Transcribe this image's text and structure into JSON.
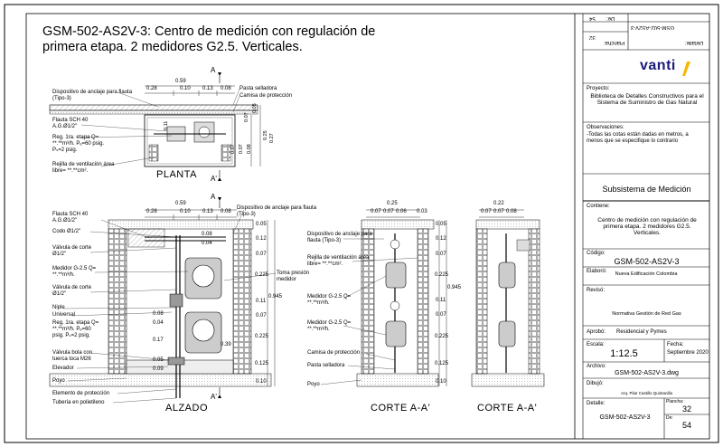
{
  "title": "GSM-502-AS2V-3: Centro de medición con regulación de primera etapa.  2 medidores G2.5. Verticales.",
  "views": {
    "planta": "PLANTA",
    "alzado": "ALZADO",
    "corte1": "CORTE A-A'",
    "corte2": "CORTE A-A'",
    "sec_a": "A",
    "sec_a2": "A'"
  },
  "planta": {
    "dims_top": [
      "0.59",
      "0.28",
      "0.10",
      "0.13",
      "0.08"
    ],
    "dims_side": [
      "0.05",
      "0.07",
      "0.11",
      "0.25",
      "0.27",
      "0.07",
      "0.07",
      "0.08"
    ],
    "labels": {
      "anclaje": "Dispositivo de anclaje para flauta (Tipo-3)",
      "flauta": "Flauta SCH 40 A.G.Ø1/2\"",
      "reg": "Reg. 1ra. etapa Q=  **.**m³/h. Pₑ=60 psig. Pₛ=2 psig.",
      "rejilla": "Rejilla de ventilación área libre=  **.**cm².",
      "pasta": "Pasta selladora",
      "camisa": "Camisa de protección"
    }
  },
  "alzado": {
    "dims_top": [
      "0.59",
      "0.28",
      "0.10",
      "0.13",
      "0.08"
    ],
    "dims_right": [
      "0.05",
      "0.12",
      "0.07",
      "0.225",
      "0.945",
      "0.11",
      "0.07",
      "0.225",
      "0.125",
      "0.10"
    ],
    "dims_inner": [
      "0.08",
      "0.04",
      "0.08",
      "0.04",
      "0.17",
      "0.39",
      "0.05",
      "0.09"
    ],
    "labels": {
      "flauta": "Flauta SCH 40 A.G.Ø1/2\"",
      "codo": "Codo Ø1/2\"",
      "valv1": "Válvula de corte Ø1/2\"",
      "med": "Medidor G-2.5 Q=  **.**m³/h.",
      "valv2": "Válvula de corte Ø1/2\"",
      "niple": "Niple",
      "universal": "Universal",
      "reg": "Reg. 1ra. etapa Q=  **.**m³/h. Pₑ=60 psig. Pₛ=2 psig.",
      "bola": "Válvula bola con tuerca loca M26",
      "elevador": "Elevador",
      "poyo": "Poyo",
      "elemento": "Elemento de protección",
      "tuberia": "Tubería en polietileno",
      "anclaje": "Dispositivo de anclaje para flauta (Tipo-3)",
      "toma": "Toma presión medidor"
    }
  },
  "corte": {
    "dims_top": [
      "0.25",
      "0.07",
      "0.07",
      "0.06",
      "0.03"
    ],
    "dims_right": [
      "0.05",
      "0.12",
      "0.07",
      "0.225",
      "0.945",
      "0.11",
      "0.07",
      "0.225",
      "0.125",
      "0.10"
    ],
    "labels": {
      "anclaje": "Dispositivo de anclaje para flauta (Tipo-3)",
      "rejilla": "Rejilla de ventilación área libre=  **.**cm².",
      "med1": "Medidor G-2.5 Q=  **.**m³/h.",
      "med2": "Medidor G-2.5 Q=  **.**m³/h.",
      "camisa": "Camisa de protección",
      "pasta": "Pasta selladora",
      "poyo": "Poyo"
    }
  },
  "corte2": {
    "dims_top": [
      "0.22",
      "0.07",
      "0.07",
      "0.08"
    ]
  },
  "titleblock": {
    "top_code": "GSM-502-AS2V-3",
    "top_detalle_lbl": "Detalle:",
    "top_plancha_lbl": "Plancha:",
    "top_plancha": "32",
    "top_de_lbl": "De:",
    "top_de": "54",
    "brand": "vanti",
    "proyecto_lbl": "Proyecto:",
    "proyecto": "Biblioteca de Detalles Constructivos para el Sistema de Suministro de Gas Natural",
    "obs_lbl": "Observaciones:",
    "obs": "-Todas las cotas están dadas en metros, a menos que se especifique lo contrario",
    "subsistema": "Subsistema de Medición",
    "contiene_lbl": "Contiene:",
    "contiene": "Centro de medición con regulación de primera etapa. 2 medidores G2.5. Verticales.",
    "codigo_lbl": "Código:",
    "codigo": "GSM-502-AS2V-3",
    "elaboro_lbl": "Elaboró:",
    "elaboro": "Nueva Edificación Colombia",
    "reviso_lbl": "Revisó:",
    "reviso": "Normativa Gestión de Red Gas",
    "aprobo_lbl": "Aprobó:",
    "aprobo": "Residencial y Pymes",
    "escala_lbl": "Escala:",
    "escala": "1:12.5",
    "fecha_lbl": "Fecha:",
    "fecha": "Septiembre 2020",
    "archivo_lbl": "Archivo:",
    "archivo": "GSM-502-AS2V-3.dwg",
    "dibujo_lbl": "Dibujó:",
    "dibujo": "Arq. Pilar Castillo Quintanilla",
    "detalle_lbl": "Detalle:",
    "detalle": "GSM-502-AS2V-3",
    "plancha_lbl": "Plancha:",
    "plancha": "32",
    "de_lbl": "De:",
    "de": "54",
    "accent": "#f5b800",
    "brand_color": "#1a1a7a"
  }
}
